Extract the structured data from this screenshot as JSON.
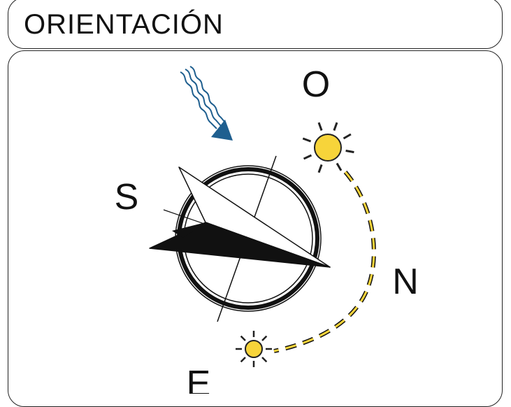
{
  "header": {
    "title": "ORIENTACIÓN"
  },
  "directions": {
    "west": "O",
    "south": "S",
    "north": "N",
    "east": "E"
  },
  "colors": {
    "wind_arrow": "#1f5f8f",
    "sun_fill": "#f7d43a",
    "sun_stroke": "#222222",
    "path_dash": "#f7d43a",
    "ink": "#111111"
  },
  "icons": {
    "wind": "wind-arrow-icon",
    "sun_sunset": "sun-icon",
    "sun_sunrise": "sun-icon",
    "compass": "compass-icon"
  }
}
